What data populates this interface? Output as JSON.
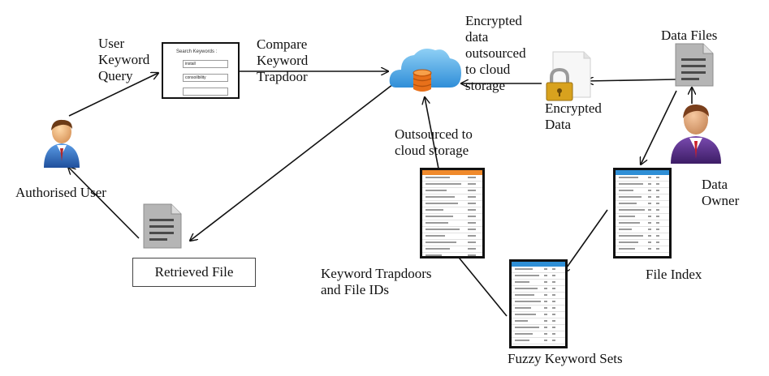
{
  "nodes": {
    "authorised_user": "Authorised User",
    "user_keyword_query": "User\nKeyword\nQuery",
    "compare_keyword_trapdoor": "Compare\nKeyword\nTrapdoor",
    "encrypted_outsourced": "Encrypted\ndata\noutsourced\nto cloud\nstorage",
    "data_files": "Data Files",
    "encrypted_data": "Encrypted\nData",
    "data_owner": "Data\nOwner",
    "outsourced_to_cloud": "Outsourced to\ncloud storage",
    "file_index": "File Index",
    "keyword_trapdoors": "Keyword Trapdoors\nand File IDs",
    "fuzzy_keyword_sets": "Fuzzy Keyword Sets",
    "retrieved_file": "Retrieved File"
  },
  "query_form": {
    "title": "Search Keywords :",
    "field1": "install",
    "field2": "consoilbility",
    "field3": ""
  },
  "colors": {
    "cloud": "#3c9be0",
    "cloud_light": "#8fd0f5",
    "database": "#f07820",
    "table_header_orange": "#f08a2c",
    "table_header_blue": "#2f8fd6",
    "person_suit_blue": "#2f6fc0",
    "owner_suit_purple": "#5a2f86",
    "tie_red": "#c8202a",
    "lock_gold": "#d8a21e"
  }
}
